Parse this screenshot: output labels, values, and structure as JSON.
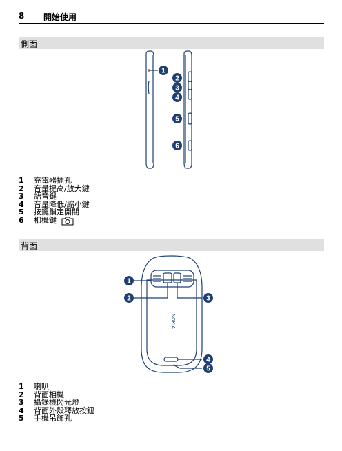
{
  "header": {
    "page_number": "8",
    "chapter_title": "開始使用"
  },
  "sections": {
    "side": {
      "title": "側面",
      "items": [
        {
          "num": "1",
          "label": "充電器插孔"
        },
        {
          "num": "2",
          "label": "音量提高/放大鍵"
        },
        {
          "num": "3",
          "label": "語音鍵"
        },
        {
          "num": "4",
          "label": "音量降低/縮小鍵"
        },
        {
          "num": "5",
          "label": "按鍵鎖定開關"
        },
        {
          "num": "6",
          "label": "相機鍵"
        }
      ],
      "callouts": [
        "1",
        "2",
        "3",
        "4",
        "5",
        "6"
      ]
    },
    "back": {
      "title": "背面",
      "items": [
        {
          "num": "1",
          "label": "喇叭"
        },
        {
          "num": "2",
          "label": "背面相機"
        },
        {
          "num": "3",
          "label": "攝錄機閃光燈"
        },
        {
          "num": "4",
          "label": "背面外殼釋放按鈕"
        },
        {
          "num": "5",
          "label": "手機吊飾孔"
        }
      ],
      "callouts": [
        "1",
        "2",
        "3",
        "4",
        "5"
      ],
      "brand": "NOKIA"
    }
  },
  "colors": {
    "line": "#1f3f73",
    "callout": "#1f3f73",
    "bar": "#e0e0e0"
  }
}
